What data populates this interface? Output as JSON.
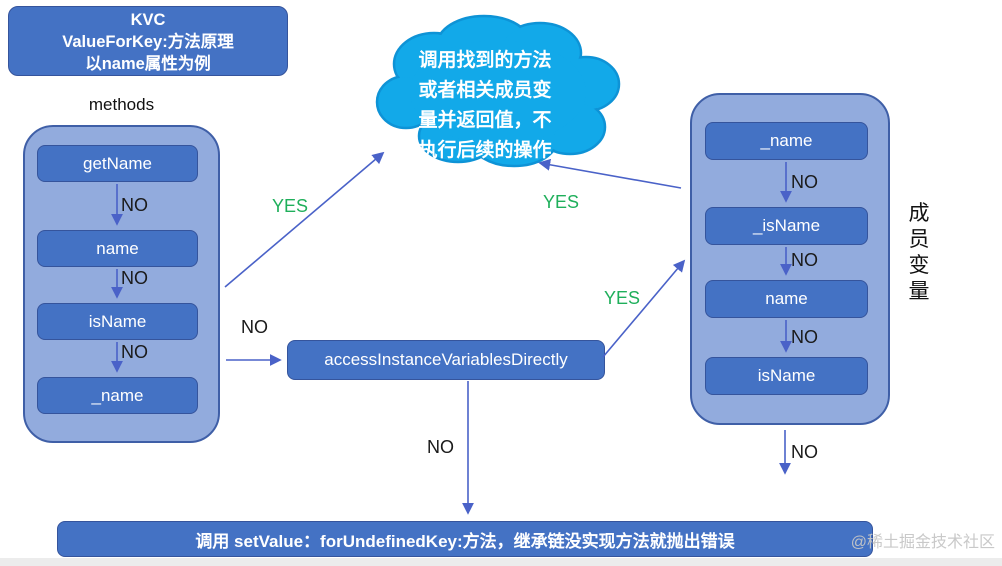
{
  "title": {
    "line1": "KVC",
    "line2": "ValueForKey:方法原理",
    "line3": "以name属性为例"
  },
  "left_panel": {
    "label": "methods",
    "items": [
      {
        "name": "getName"
      },
      {
        "name": "name"
      },
      {
        "name": "isName"
      },
      {
        "name": "_name"
      }
    ],
    "connector_labels": [
      "NO",
      "NO",
      "NO"
    ]
  },
  "right_panel": {
    "label": "成员变量",
    "items": [
      {
        "name": "_name"
      },
      {
        "name": "_isName"
      },
      {
        "name": "name"
      },
      {
        "name": "isName"
      }
    ],
    "connector_labels": [
      "NO",
      "NO",
      "NO"
    ]
  },
  "cloud": {
    "line1": "调用找到的方法",
    "line2": "或者相关成员变",
    "line3": "量并返回值，不",
    "line4": "执行后续的操作"
  },
  "access_box": {
    "label": "accessInstanceVariablesDirectly"
  },
  "bottom_box": {
    "label": "调用  setValue：forUndefinedKey:方法，继承链没实现方法就抛出错误"
  },
  "edges": {
    "left_to_cloud_yes": "YES",
    "right_to_cloud_yes": "YES",
    "access_to_right_yes": "YES",
    "left_to_access_no": "NO",
    "access_to_bottom_no": "NO",
    "right_panel_bottom_no": "NO"
  },
  "watermark": "@稀土掘金技术社区",
  "colors": {
    "node_blue": "#4472c4",
    "panel_blue": "#92abdd",
    "cloud_blue": "#12a9e9",
    "arrow_blue": "#4a62c8",
    "yes_green": "#1faf5b",
    "no_black": "#1a1a1a"
  }
}
